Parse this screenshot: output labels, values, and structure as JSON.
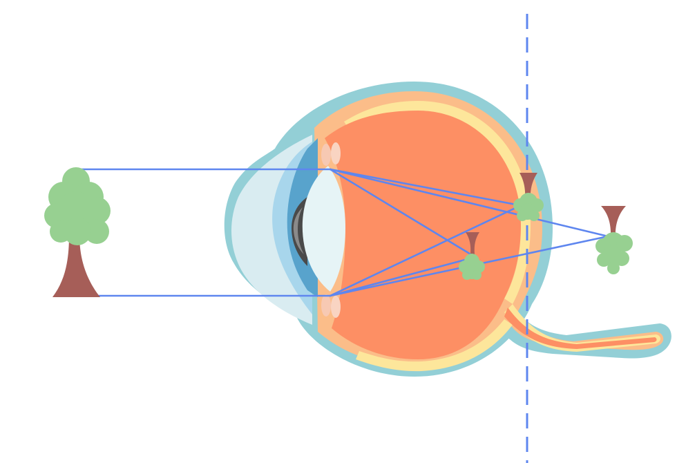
{
  "diagram": {
    "objects": {
      "tree_object": "tree-icon",
      "image_near_focus": "inverted-tree-icon",
      "image_retina": "inverted-tree-icon",
      "image_behind_retina": "inverted-tree-icon"
    },
    "parts": [
      "sclera",
      "choroid",
      "retina",
      "cornea",
      "iris",
      "lens",
      "ciliary-body",
      "optic-nerve",
      "vitreous-body"
    ],
    "reference_line": "dashed-vertical-line",
    "colors": {
      "sclera": "#93cfd6",
      "choroid": "#fbbd89",
      "retina": "#fde69b",
      "vitreous": "#fd8f64",
      "cornea": "#d9ecf1",
      "iris": "#58a3cc",
      "lens": "#e6f4f6",
      "ray": "#5e86ef",
      "tree_foliage": "#97d091",
      "tree_trunk": "#a65e58"
    }
  }
}
